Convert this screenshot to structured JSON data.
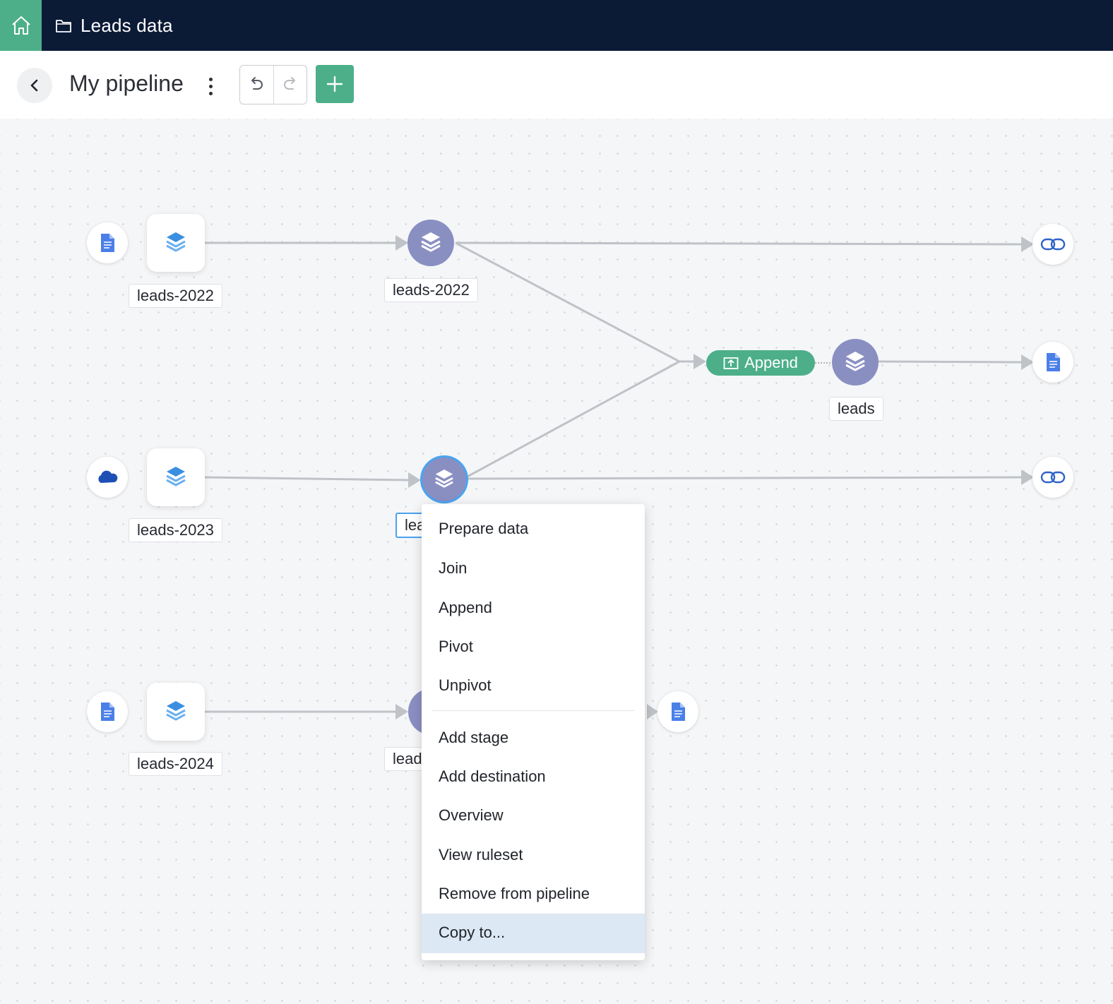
{
  "topbar": {
    "breadcrumb": "Leads data"
  },
  "toolbar": {
    "title": "My pipeline"
  },
  "nodes": {
    "src_2022": "leads-2022",
    "stage_2022": "leads-2022",
    "src_2023": "leads-2023",
    "stage_2023_partial": "lea",
    "src_2024": "leads-2024",
    "stage_2024_partial": "lead",
    "append_output": "leads"
  },
  "append": {
    "label": "Append"
  },
  "context_menu": {
    "items": [
      "Prepare data",
      "Join",
      "Append",
      "Pivot",
      "Unpivot",
      "Add stage",
      "Add destination",
      "Overview",
      "View ruleset",
      "Remove from pipeline",
      "Copy to..."
    ],
    "highlighted": "Copy to..."
  },
  "colors": {
    "topbar": "#0b1a35",
    "accent": "#4caf8a",
    "stage": "#8a8fc2",
    "selection": "#4aa3f0",
    "doc_icon": "#4a7fe8"
  },
  "icons": [
    "home-icon",
    "folder-icon",
    "chevron-left-icon",
    "kebab-icon",
    "undo-icon",
    "redo-icon",
    "plus-icon",
    "document-icon",
    "layers-icon",
    "cloud-icon",
    "link-icon",
    "append-icon"
  ]
}
